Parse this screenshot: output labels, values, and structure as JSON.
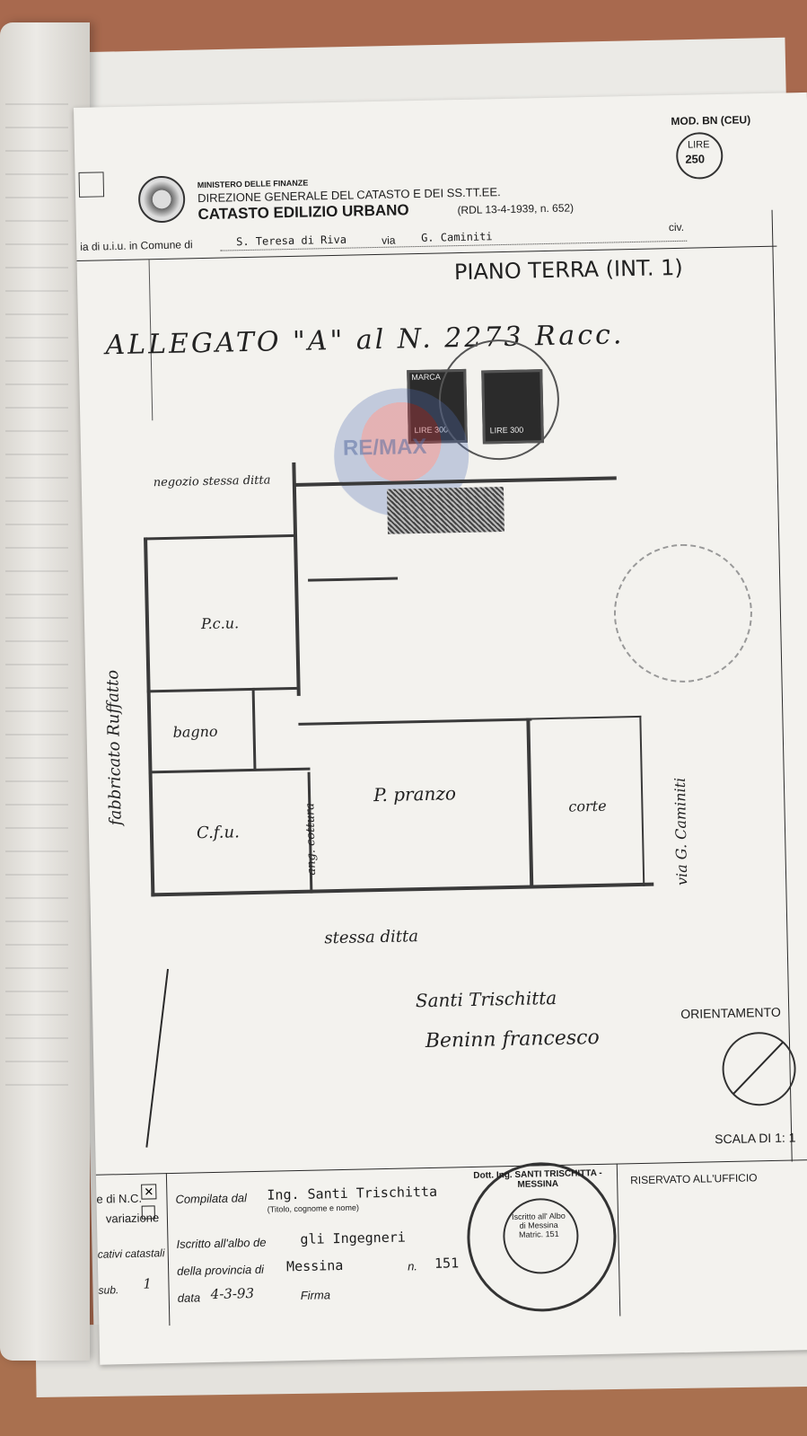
{
  "header": {
    "mod": "MOD. BN (CEU)",
    "lire_label": "LIRE",
    "lire_value": "250",
    "ministry": "MINISTERO DELLE FINANZE",
    "direction": "DIREZIONE GENERALE DEL CATASTO E DEI SS.TT.EE.",
    "catasto": "CATASTO EDILIZIO URBANO",
    "rdl": "(RDL 13-4-1939, n. 652)",
    "location_prefix": "ia di u.i.u. in Comune di",
    "comune": "S. Teresa di Riva",
    "via_label": "via",
    "via": "G. Caminiti",
    "civ_label": "civ."
  },
  "annotations": {
    "piano": "PIANO TERRA (INT. 1)",
    "allegato": "ALLEGATO \"A\" al N. 2273 Racc.",
    "negozio": "negozio stessa ditta",
    "fabbricato": "fabbricato Ruffatto",
    "via_caminiti": "via G. Caminiti",
    "stessa_ditta": "stessa ditta",
    "signature1": "Santi Trischitta",
    "signature2": "Beninn francesco"
  },
  "rooms": {
    "room1": "P.c.u.",
    "bagno": "bagno",
    "room2": "C.f.u.",
    "ang_cottura": "ang. cottura",
    "pranzo": "P. pranzo",
    "corte": "corte"
  },
  "stamps": {
    "marca": "MARCA",
    "lire300": "LIRE 300",
    "watermark": "RE/MAX"
  },
  "orientation": {
    "label": "ORIENTAMENTO",
    "scale": "SCALA DI 1: 1"
  },
  "footer": {
    "nc_label": "e di N.C.",
    "variazione_label": "variazione",
    "catastali_label": "cativi catastali",
    "sub_label": "sub.",
    "sub_value": "1",
    "compilata_label": "Compilata dal",
    "compilata_value": "Ing. Santi Trischitta",
    "titolo_hint": "(Titolo, cognome e nome)",
    "iscritto_label": "Iscritto all'albo de",
    "iscritto_value": "gli Ingegneri",
    "provincia_label": "della provincia di",
    "provincia_value": "Messina",
    "n_label": "n.",
    "n_value": "151",
    "data_label": "data",
    "data_value": "4-3-93",
    "firma_label": "Firma",
    "riservato": "RISERVATO ALL'UFFICIO",
    "seal_outer": "Dott. Ing. SANTI TRISCHITTA - MESSINA",
    "seal_inner": "Iscritto all' Albo di Messina Matric. 151"
  }
}
